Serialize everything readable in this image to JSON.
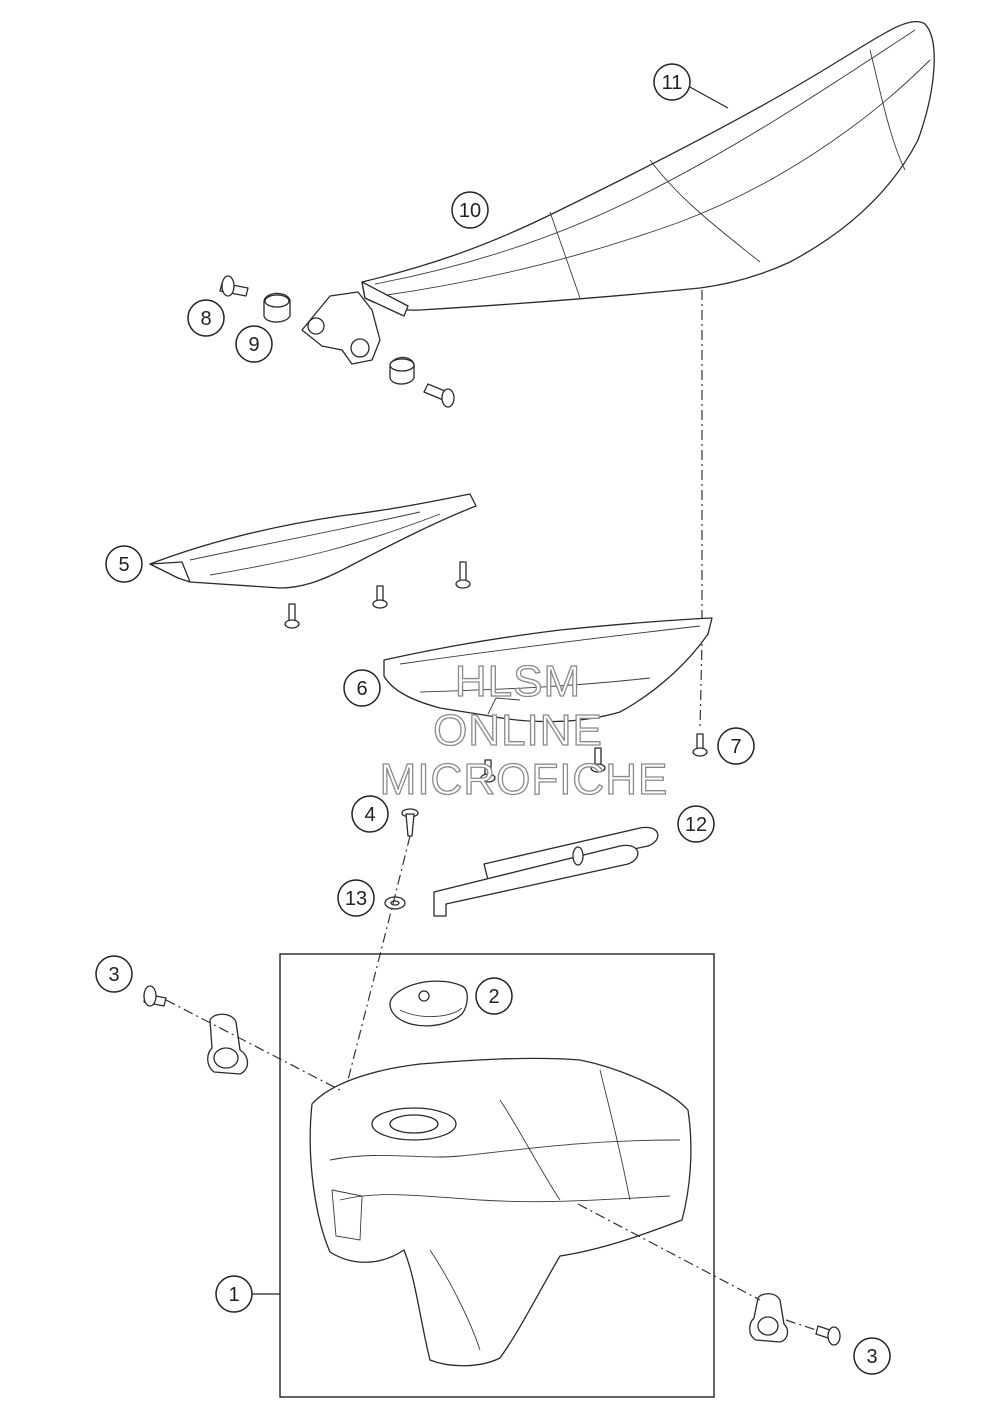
{
  "watermark": {
    "line1": "HLSM",
    "line2": "ONLINE",
    "line3": "MICROFICHE"
  },
  "callouts": [
    {
      "id": "1",
      "label": "1"
    },
    {
      "id": "2",
      "label": "2"
    },
    {
      "id": "3a",
      "label": "3"
    },
    {
      "id": "3b",
      "label": "3"
    },
    {
      "id": "4",
      "label": "4"
    },
    {
      "id": "5",
      "label": "5"
    },
    {
      "id": "6",
      "label": "6"
    },
    {
      "id": "7",
      "label": "7"
    },
    {
      "id": "8",
      "label": "8"
    },
    {
      "id": "9",
      "label": "9"
    },
    {
      "id": "10",
      "label": "10"
    },
    {
      "id": "11",
      "label": "11"
    },
    {
      "id": "12",
      "label": "12"
    },
    {
      "id": "13",
      "label": "13"
    }
  ]
}
